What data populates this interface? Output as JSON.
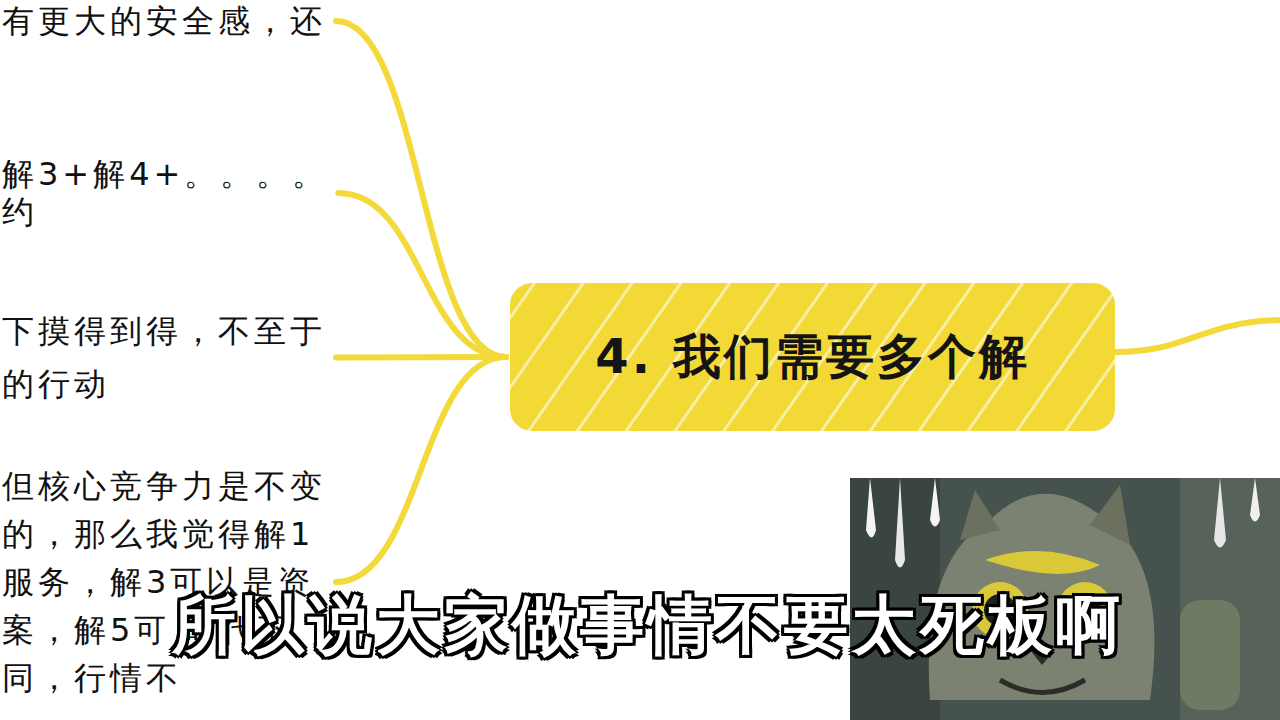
{
  "diagram": {
    "nodes": [
      {
        "text": [
          "有更大的安全感，还"
        ]
      },
      {
        "text": [
          "解3+解4+。。。。约"
        ]
      },
      {
        "text": [
          "下摸得到得，不至于 的行动"
        ]
      },
      {
        "text": [
          "但核心竞争力是不变 的，那么我觉得解1 服务，解3可以是资 案，解5可 时代不同，行情不"
        ]
      },
      {
        "text": [
          "4. 我们需要多个解"
        ]
      }
    ],
    "edges": [
      {
        "from": 4,
        "to": 0,
        "arrow": "none"
      },
      {
        "from": 4,
        "to": 1,
        "arrow": "none"
      },
      {
        "from": 4,
        "to": 2,
        "arrow": "none"
      },
      {
        "from": 4,
        "to": 3,
        "arrow": "none"
      }
    ],
    "labels": [
      "所以说大家做事情不要太死板啊"
    ]
  }
}
